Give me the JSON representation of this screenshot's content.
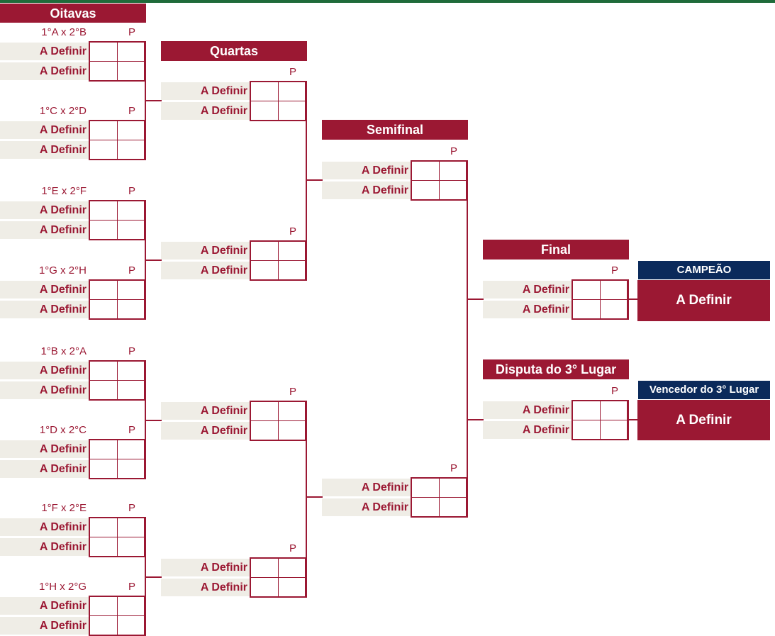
{
  "headers": {
    "oitavas": "Oitavas",
    "quartas": "Quartas",
    "semifinal": "Semifinal",
    "final": "Final",
    "third_place": "Disputa do 3° Lugar",
    "champion": "CAMPEÃO",
    "third_winner": "Vencedor do 3° Lugar"
  },
  "placeholder_team": "A Definir",
  "score_label": "P",
  "oitavas_matches": [
    {
      "label": "1°A x 2°B",
      "team1": "A Definir",
      "team2": "A Definir"
    },
    {
      "label": "1°C x 2°D",
      "team1": "A Definir",
      "team2": "A Definir"
    },
    {
      "label": "1°E x 2°F",
      "team1": "A Definir",
      "team2": "A Definir"
    },
    {
      "label": "1°G x 2°H",
      "team1": "A Definir",
      "team2": "A Definir"
    },
    {
      "label": "1°B x 2°A",
      "team1": "A Definir",
      "team2": "A Definir"
    },
    {
      "label": "1°D x 2°C",
      "team1": "A Definir",
      "team2": "A Definir"
    },
    {
      "label": "1°F x 2°E",
      "team1": "A Definir",
      "team2": "A Definir"
    },
    {
      "label": "1°H x 2°G",
      "team1": "A Definir",
      "team2": "A Definir"
    }
  ],
  "quartas_matches": [
    {
      "team1": "A Definir",
      "team2": "A Definir"
    },
    {
      "team1": "A Definir",
      "team2": "A Definir"
    },
    {
      "team1": "A Definir",
      "team2": "A Definir"
    },
    {
      "team1": "A Definir",
      "team2": "A Definir"
    }
  ],
  "semifinal_matches": [
    {
      "team1": "A Definir",
      "team2": "A Definir"
    },
    {
      "team1": "A Definir",
      "team2": "A Definir"
    }
  ],
  "final_match": {
    "team1": "A Definir",
    "team2": "A Definir"
  },
  "third_match": {
    "team1": "A Definir",
    "team2": "A Definir"
  },
  "champion_name": "A Definir",
  "third_winner_name": "A Definir",
  "colors": {
    "accent": "#9b1833",
    "navy": "#0b2a5b",
    "team_bg": "#efede6",
    "top_bar": "#1f6b3a"
  }
}
